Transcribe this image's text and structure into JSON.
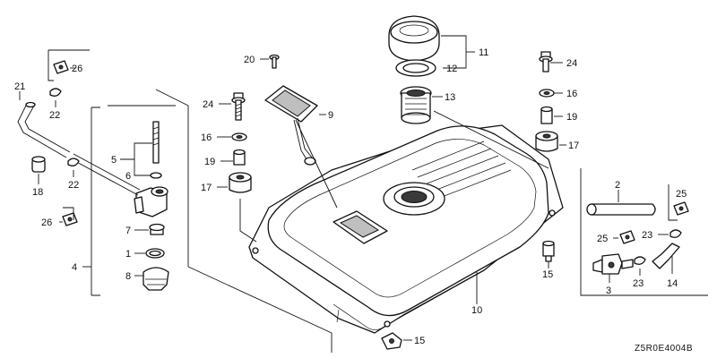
{
  "diagram": {
    "drawing_code": "Z5R0E4004B",
    "callouts": [
      {
        "id": "c26a",
        "text": "26"
      },
      {
        "id": "c21",
        "text": "21"
      },
      {
        "id": "c22a",
        "text": "22"
      },
      {
        "id": "c18",
        "text": "18"
      },
      {
        "id": "c22b",
        "text": "22"
      },
      {
        "id": "c26b",
        "text": "26"
      },
      {
        "id": "c5",
        "text": "5"
      },
      {
        "id": "c6",
        "text": "6"
      },
      {
        "id": "c7",
        "text": "7"
      },
      {
        "id": "c1",
        "text": "1"
      },
      {
        "id": "c8",
        "text": "8"
      },
      {
        "id": "c4",
        "text": "4"
      },
      {
        "id": "c20",
        "text": "20"
      },
      {
        "id": "c24a",
        "text": "24"
      },
      {
        "id": "c16a",
        "text": "16"
      },
      {
        "id": "c19a",
        "text": "19"
      },
      {
        "id": "c17a",
        "text": "17"
      },
      {
        "id": "c9",
        "text": "9"
      },
      {
        "id": "c11",
        "text": "11"
      },
      {
        "id": "c12",
        "text": "12"
      },
      {
        "id": "c13",
        "text": "13"
      },
      {
        "id": "c24b",
        "text": "24"
      },
      {
        "id": "c16b",
        "text": "16"
      },
      {
        "id": "c19b",
        "text": "19"
      },
      {
        "id": "c17b",
        "text": "17"
      },
      {
        "id": "c15a",
        "text": "15"
      },
      {
        "id": "c10",
        "text": "10"
      },
      {
        "id": "c15b",
        "text": "15"
      },
      {
        "id": "c2",
        "text": "2"
      },
      {
        "id": "c25a",
        "text": "25"
      },
      {
        "id": "c25b",
        "text": "25"
      },
      {
        "id": "c23a",
        "text": "23"
      },
      {
        "id": "c3",
        "text": "3"
      },
      {
        "id": "c23b",
        "text": "23"
      },
      {
        "id": "c14",
        "text": "14"
      }
    ]
  }
}
